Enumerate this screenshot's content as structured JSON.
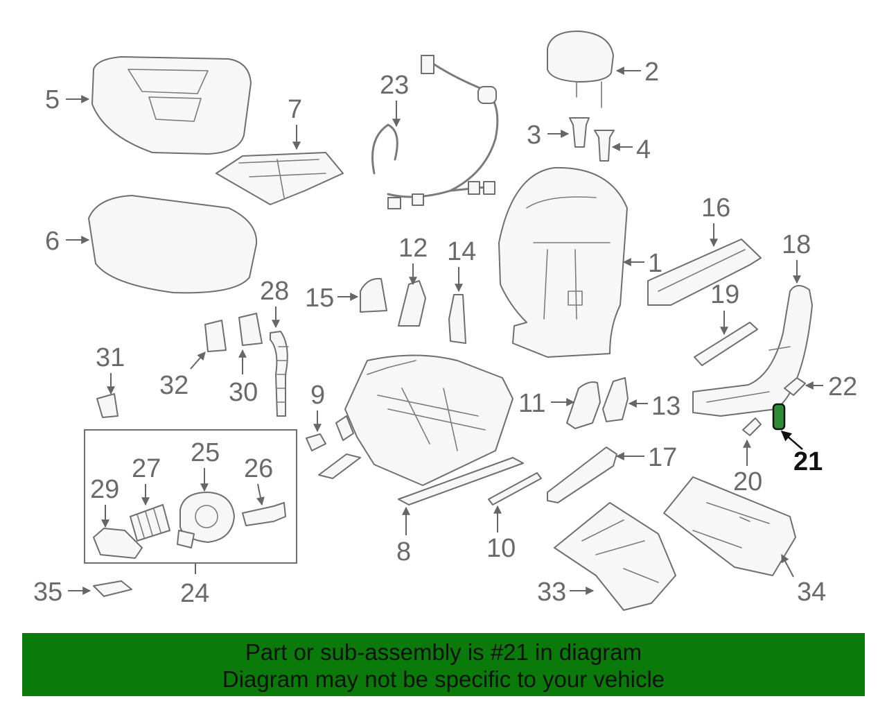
{
  "banner": {
    "line1": "Part or sub-assembly is #21 in diagram",
    "line2": "Diagram may not be specific to your vehicle"
  },
  "colors": {
    "banner_bg": "#0a7a0a",
    "highlight_part": "#2e8b35",
    "line_art": "#6e6e6e"
  },
  "highlighted_part": "21",
  "callouts": {
    "c1": "1",
    "c2": "2",
    "c3": "3",
    "c4": "4",
    "c5": "5",
    "c6": "6",
    "c7": "7",
    "c8": "8",
    "c9": "9",
    "c10": "10",
    "c11": "11",
    "c12": "12",
    "c13": "13",
    "c14": "14",
    "c15": "15",
    "c16": "16",
    "c17": "17",
    "c18": "18",
    "c19": "19",
    "c20": "20",
    "c21": "21",
    "c22": "22",
    "c23": "23",
    "c24": "24",
    "c25": "25",
    "c26": "26",
    "c27": "27",
    "c28": "28",
    "c29": "29",
    "c30": "30",
    "c31": "31",
    "c32": "32",
    "c33": "33",
    "c34": "34",
    "c35": "35"
  }
}
